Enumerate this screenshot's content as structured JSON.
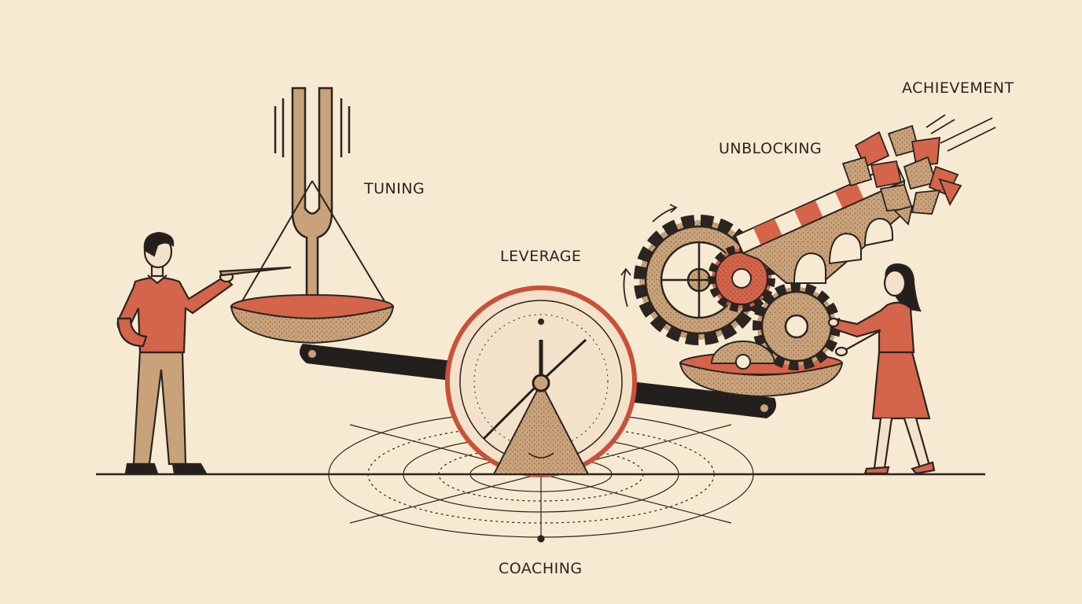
{
  "labels": {
    "tuning": "TUNING",
    "leverage": "LEVERAGE",
    "coaching": "COACHING",
    "unblocking": "UNBLOCKING",
    "achievement": "ACHIEVEMENT"
  },
  "colors": {
    "background": "#f6ead2",
    "ink": "#2b2420",
    "terracotta": "#d4644a",
    "tan": "#c9a27a",
    "beam": "#231f1c"
  }
}
